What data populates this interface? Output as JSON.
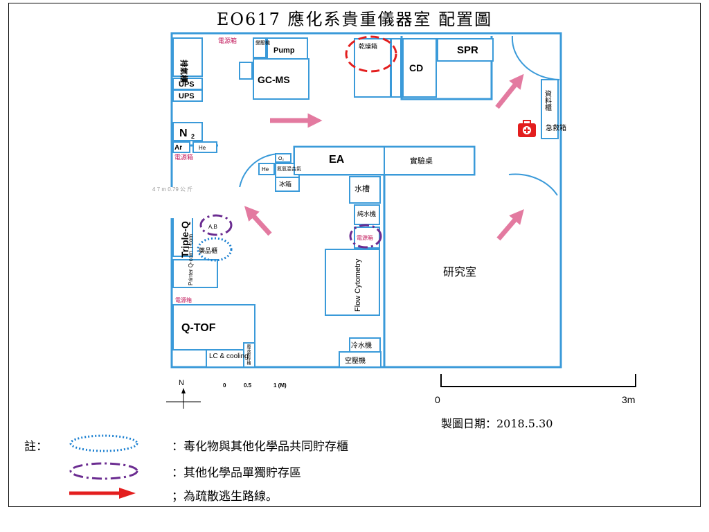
{
  "title": "EO617 應化系貴重儀器室 配置圖",
  "rooms": {
    "exhaust_cabinet": "排氣櫃",
    "pump": "Pump",
    "transformer": "變壓機",
    "power_box": "電源箱",
    "ups_small": "UPS",
    "gcms": "GC-MS",
    "ups1": "UPS",
    "ups2": "UPS",
    "n2": "N",
    "n2_sub": "2",
    "ar": "Ar",
    "he1": "He",
    "power_box2": "電源箱",
    "dry_box": "乾燥箱",
    "cd": "CD",
    "spr": "SPR",
    "cabinet": "資料櫃",
    "first_aid": "急救箱",
    "o2": "O₂",
    "he2": "He",
    "gas_mix": "氮氫混合氣",
    "fridge": "冰箱",
    "ea": "EA",
    "lab_bench": "實驗桌",
    "sink": "水槽",
    "pure_water": "純水機",
    "power_box3": "電源箱",
    "triple_q": "Triple-Q",
    "ab": "A,B",
    "chem_cabinet": "藥品櫃",
    "printer": "Printer Q-com T-com",
    "power_box4": "電源箱",
    "flow": "Flow Cytometry",
    "research_room": "研究室",
    "qtof": "Q-TOF",
    "lc": "LC & cooling",
    "waste": "廢液暫存桶",
    "chiller": "冷水機",
    "compressor": "空壓機",
    "cut_label": "4 7 m 0.79 公 斤"
  },
  "compass": {
    "label": "N",
    "scale_labels": [
      "0",
      "0.5",
      "1 (M)"
    ]
  },
  "scale_bar": {
    "start": "0",
    "end": "3m"
  },
  "date": "製圖日期：2018.5.30",
  "legend": {
    "note_label": "註：",
    "items": [
      {
        "text": "：毒化物與其他化學品共同貯存櫃",
        "color": "#1a7fd0"
      },
      {
        "text": "：其他化學品單獨貯存區",
        "color": "#6b2c91"
      },
      {
        "text": "；為疏散逃生路線。",
        "color": "#e31e1e"
      }
    ]
  },
  "colors": {
    "wall": "#3a9ad9",
    "arrow": "#e37aa0",
    "red": "#e31e1e"
  }
}
